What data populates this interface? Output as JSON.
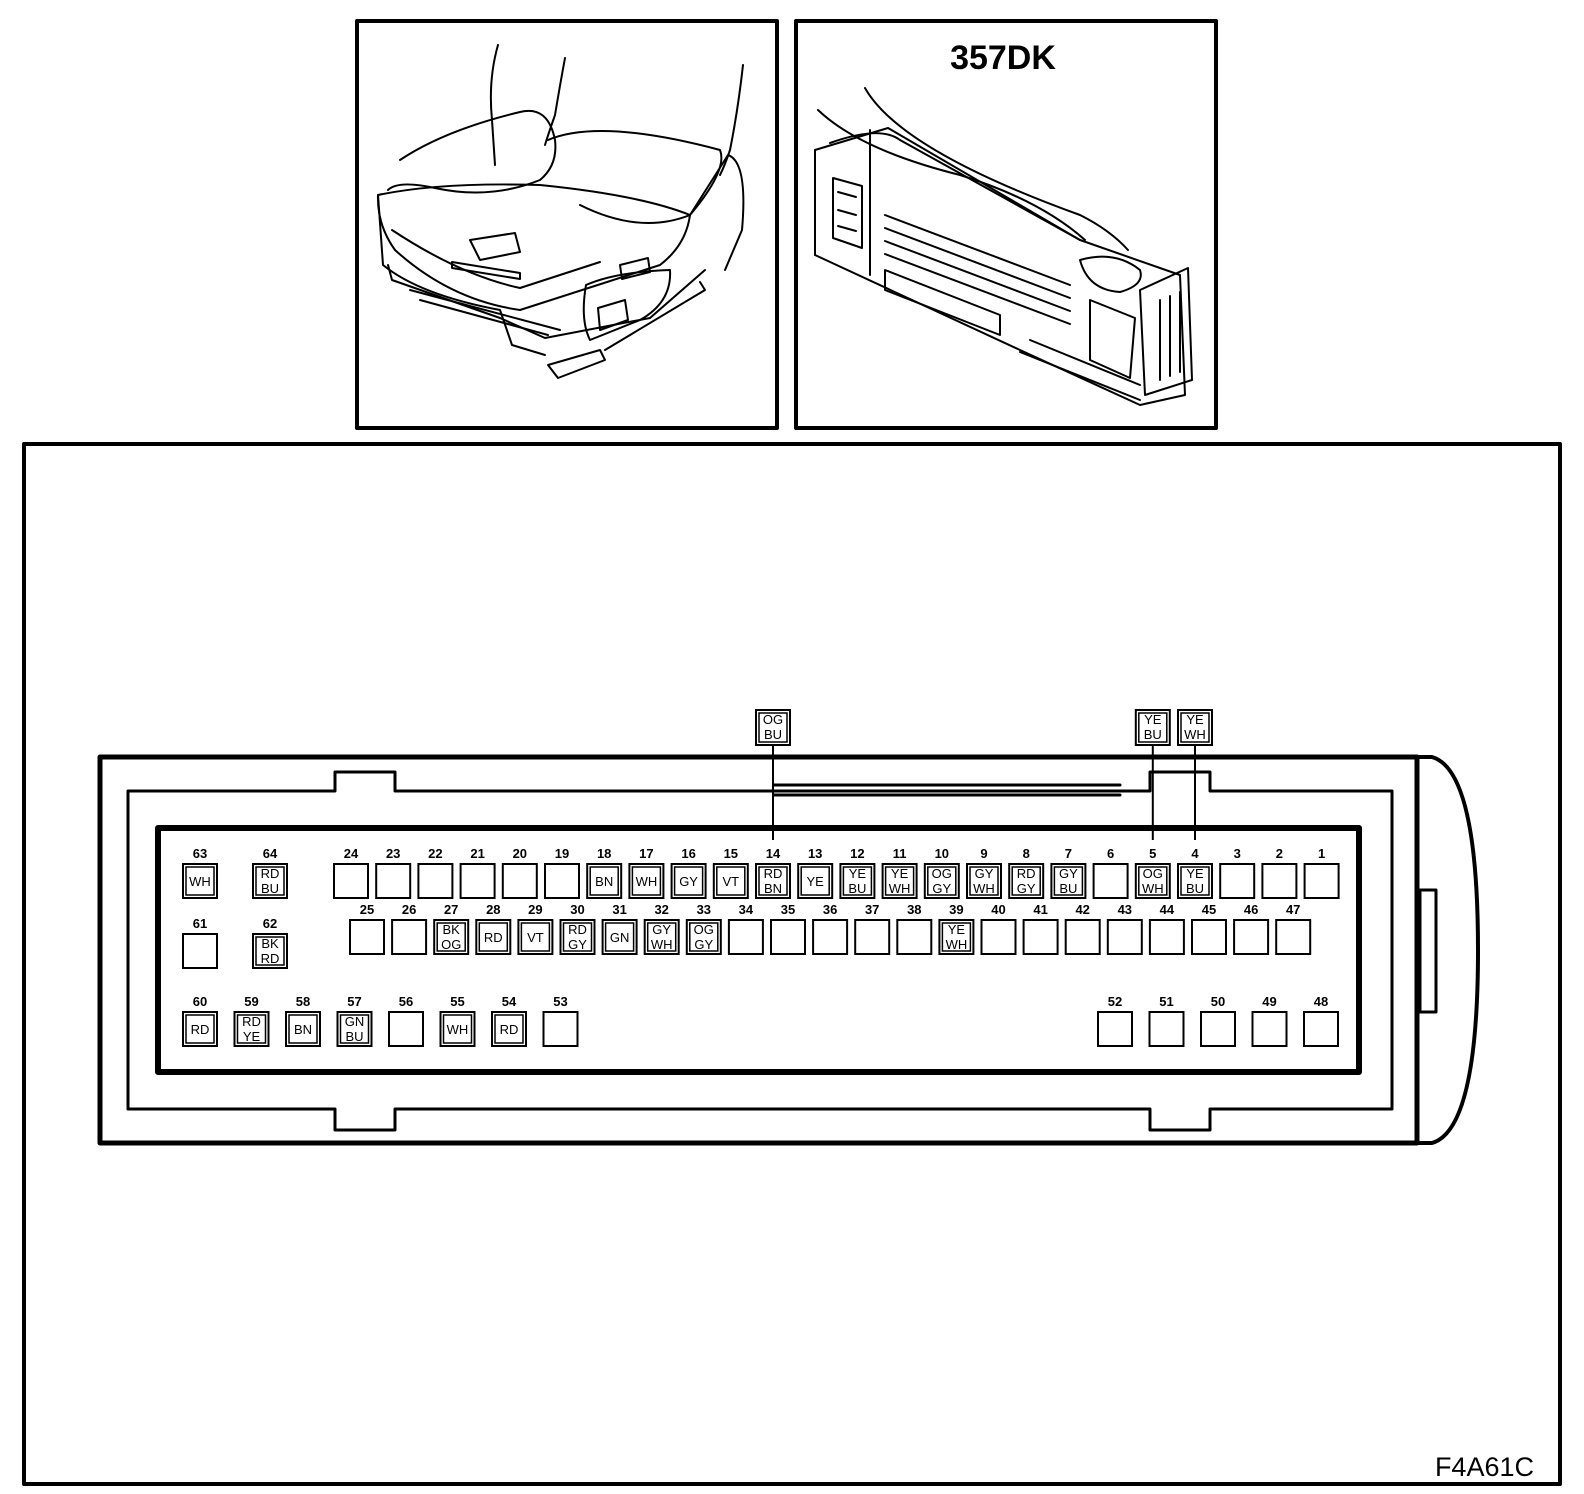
{
  "connector": {
    "id": "357DK",
    "ref": "F4A61C",
    "pins": [
      {
        "n": "63",
        "c": [
          "WH"
        ]
      },
      {
        "n": "64",
        "c": [
          "RD",
          "BU"
        ]
      },
      {
        "n": "24",
        "c": []
      },
      {
        "n": "23",
        "c": []
      },
      {
        "n": "22",
        "c": []
      },
      {
        "n": "21",
        "c": []
      },
      {
        "n": "20",
        "c": []
      },
      {
        "n": "19",
        "c": []
      },
      {
        "n": "18",
        "c": [
          "BN"
        ]
      },
      {
        "n": "17",
        "c": [
          "WH"
        ]
      },
      {
        "n": "16",
        "c": [
          "GY"
        ]
      },
      {
        "n": "15",
        "c": [
          "VT"
        ]
      },
      {
        "n": "14",
        "c": [
          "RD",
          "BN"
        ]
      },
      {
        "n": "13",
        "c": [
          "YE"
        ]
      },
      {
        "n": "12",
        "c": [
          "YE",
          "BU"
        ]
      },
      {
        "n": "11",
        "c": [
          "YE",
          "WH"
        ]
      },
      {
        "n": "10",
        "c": [
          "OG",
          "GY"
        ]
      },
      {
        "n": "9",
        "c": [
          "GY",
          "WH"
        ]
      },
      {
        "n": "8",
        "c": [
          "RD",
          "GY"
        ]
      },
      {
        "n": "7",
        "c": [
          "GY",
          "BU"
        ]
      },
      {
        "n": "6",
        "c": []
      },
      {
        "n": "5",
        "c": [
          "OG",
          "WH"
        ]
      },
      {
        "n": "4",
        "c": [
          "YE",
          "BU"
        ]
      },
      {
        "n": "3",
        "c": []
      },
      {
        "n": "2",
        "c": []
      },
      {
        "n": "1",
        "c": []
      },
      {
        "n": "61",
        "c": []
      },
      {
        "n": "62",
        "c": [
          "BK",
          "RD"
        ]
      },
      {
        "n": "25",
        "c": []
      },
      {
        "n": "26",
        "c": []
      },
      {
        "n": "27",
        "c": [
          "BK",
          "OG"
        ]
      },
      {
        "n": "28",
        "c": [
          "RD"
        ]
      },
      {
        "n": "29",
        "c": [
          "VT"
        ]
      },
      {
        "n": "30",
        "c": [
          "RD",
          "GY"
        ]
      },
      {
        "n": "31",
        "c": [
          "GN"
        ]
      },
      {
        "n": "32",
        "c": [
          "GY",
          "WH"
        ]
      },
      {
        "n": "33",
        "c": [
          "OG",
          "GY"
        ]
      },
      {
        "n": "34",
        "c": []
      },
      {
        "n": "35",
        "c": []
      },
      {
        "n": "36",
        "c": []
      },
      {
        "n": "37",
        "c": []
      },
      {
        "n": "38",
        "c": []
      },
      {
        "n": "39",
        "c": [
          "YE",
          "WH"
        ]
      },
      {
        "n": "40",
        "c": []
      },
      {
        "n": "41",
        "c": []
      },
      {
        "n": "42",
        "c": []
      },
      {
        "n": "43",
        "c": []
      },
      {
        "n": "44",
        "c": []
      },
      {
        "n": "45",
        "c": []
      },
      {
        "n": "46",
        "c": []
      },
      {
        "n": "47",
        "c": []
      },
      {
        "n": "60",
        "c": [
          "RD"
        ]
      },
      {
        "n": "59",
        "c": [
          "RD",
          "YE"
        ]
      },
      {
        "n": "58",
        "c": [
          "BN"
        ]
      },
      {
        "n": "57",
        "c": [
          "GN",
          "BU"
        ]
      },
      {
        "n": "56",
        "c": []
      },
      {
        "n": "55",
        "c": [
          "WH"
        ]
      },
      {
        "n": "54",
        "c": [
          "RD"
        ]
      },
      {
        "n": "53",
        "c": []
      },
      {
        "n": "52",
        "c": []
      },
      {
        "n": "51",
        "c": []
      },
      {
        "n": "50",
        "c": []
      },
      {
        "n": "49",
        "c": []
      },
      {
        "n": "48",
        "c": []
      }
    ],
    "callouts": [
      {
        "pin": "14",
        "c": [
          "OG",
          "BU"
        ]
      },
      {
        "pin": "5",
        "c": [
          "YE",
          "BU"
        ]
      },
      {
        "pin": "4",
        "c": [
          "YE",
          "WH"
        ]
      }
    ]
  }
}
